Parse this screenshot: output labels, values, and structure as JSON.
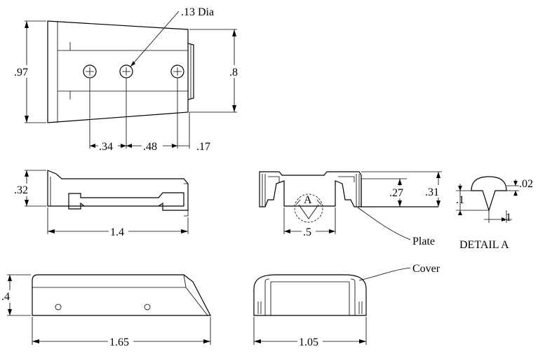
{
  "diagram": {
    "top_view": {
      "hole_callout": ".13 Dia",
      "overall_height": ".97",
      "right_height": ".8",
      "spacing_1": ".34",
      "spacing_2": ".48",
      "spacing_3": ".17"
    },
    "side_view": {
      "height": ".32",
      "length": "1.4"
    },
    "front_section": {
      "detail_marker": "A",
      "opening_width": ".5",
      "height_inner": ".27",
      "height_outer": ".31",
      "plate_label": "Plate"
    },
    "detail_a": {
      "title": "DETAIL A",
      "depth": ".1",
      "width": ".1",
      "radius": ".02"
    },
    "cover_side_view": {
      "height": ".4",
      "length": "1.65"
    },
    "cover_end_view": {
      "width": "1.05",
      "cover_label": "Cover"
    }
  }
}
